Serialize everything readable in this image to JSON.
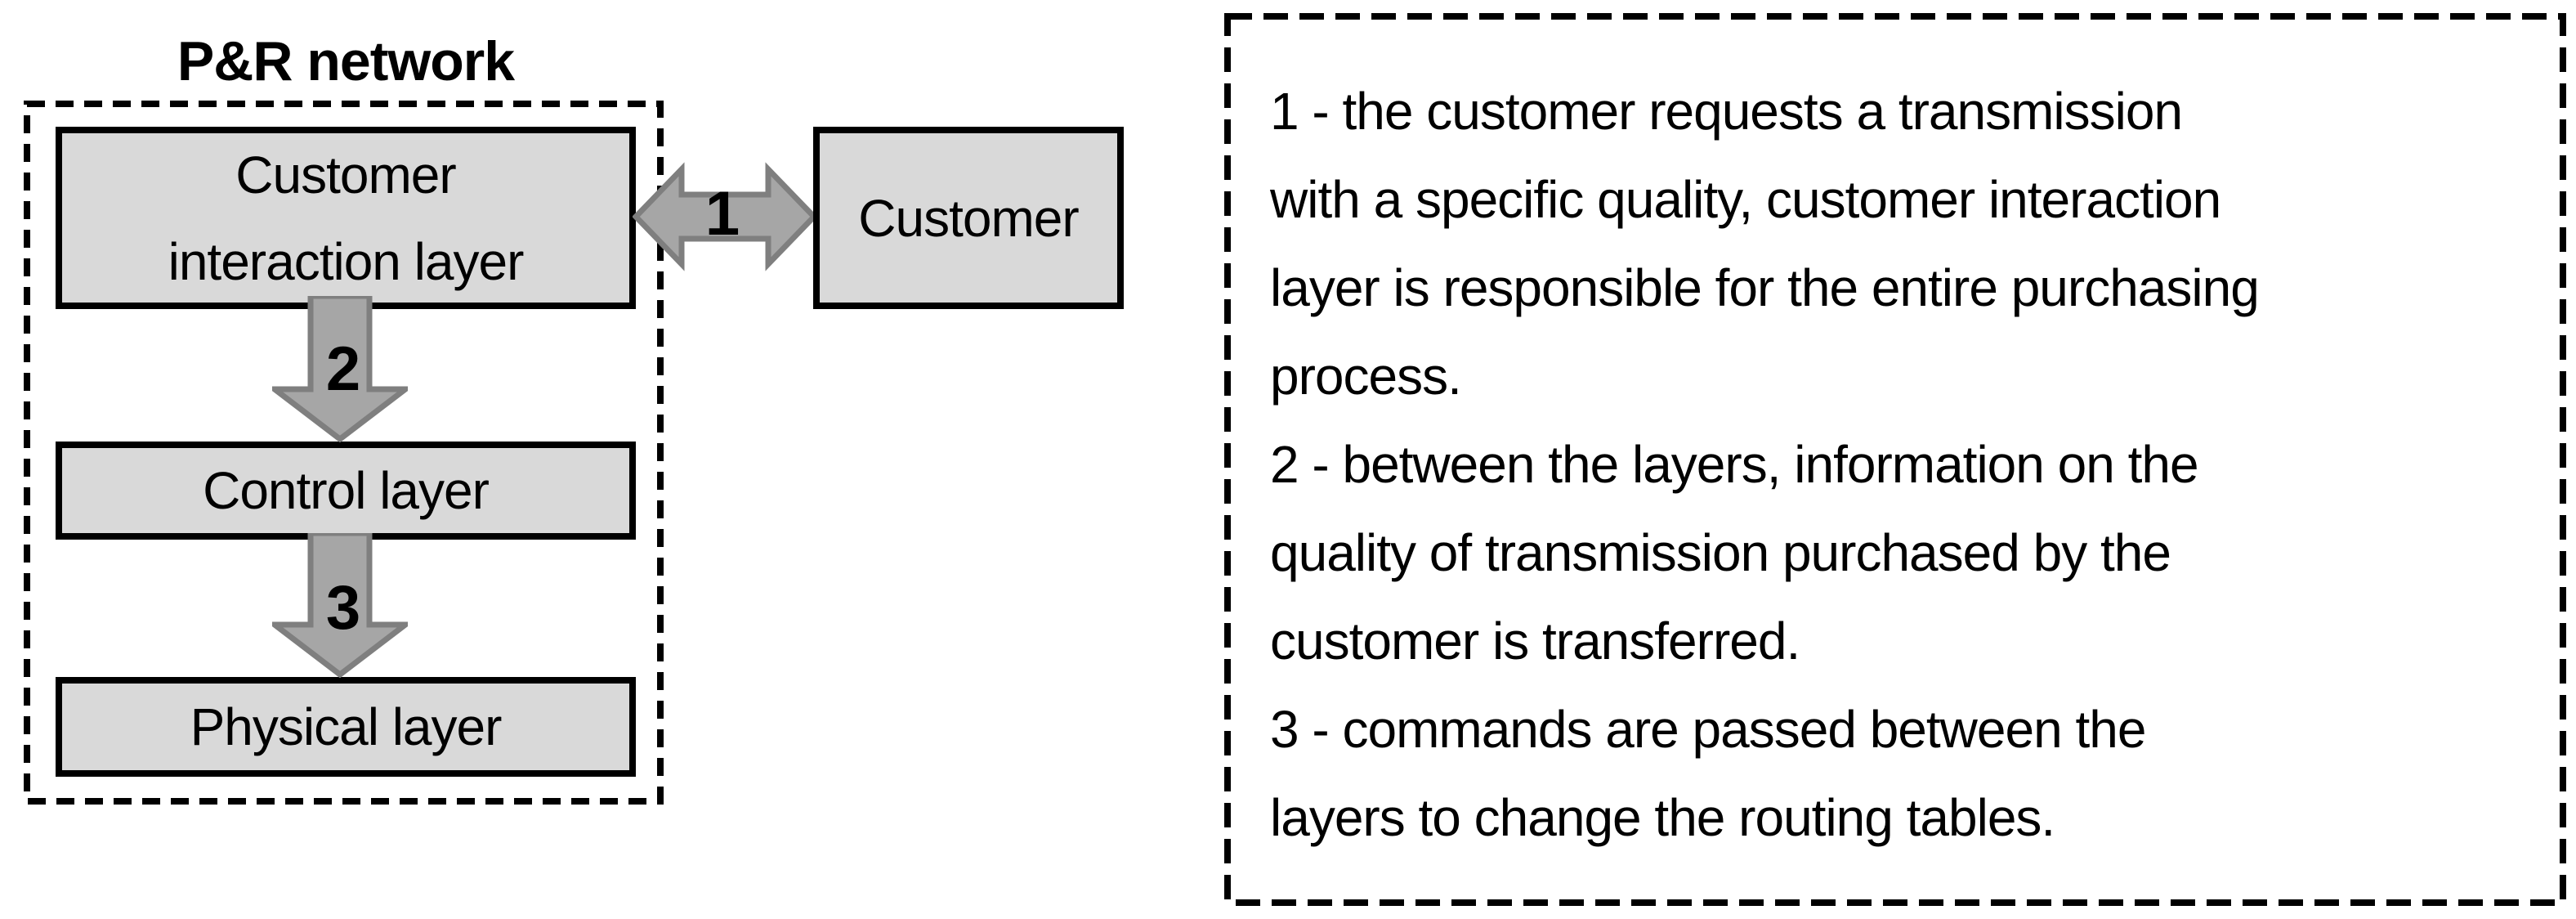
{
  "diagram": {
    "title": "P&R network",
    "boxes": {
      "interaction_line1": "Customer",
      "interaction_line2": "interaction layer",
      "control": "Control layer",
      "physical": "Physical layer",
      "customer": "Customer"
    },
    "arrow_labels": {
      "one": "1",
      "two": "2",
      "three": "3"
    }
  },
  "notes": {
    "lines": [
      "1 - the customer requests a transmission",
      "with a specific quality, customer interaction",
      "layer is responsible for the entire purchasing",
      "process.",
      "2 - between the layers, information on the",
      "quality of transmission purchased by the",
      "customer is transferred.",
      "3 - commands are passed between the",
      "layers to change the routing tables."
    ]
  },
  "colors": {
    "box_fill": "#d9d9d9",
    "arrow_fill": "#a6a6a6",
    "arrow_stroke": "#7f7f7f",
    "line_color": "#000000"
  }
}
